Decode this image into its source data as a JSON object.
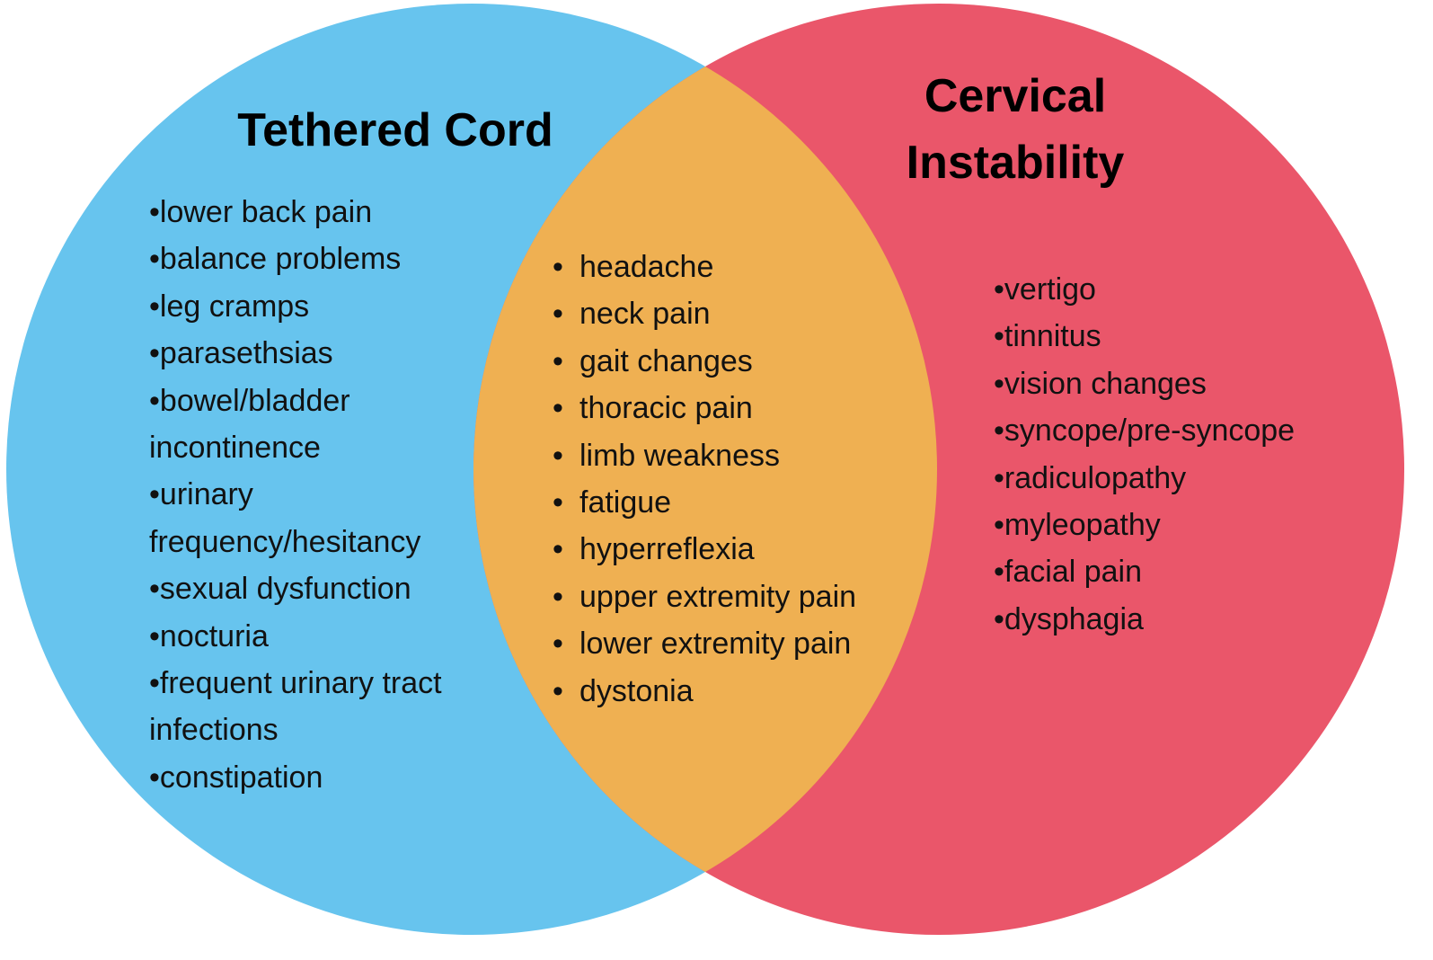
{
  "colors": {
    "left_circle": "#67C4EE",
    "right_circle": "#EA566A",
    "overlap": "#EFB052",
    "text": "#111111"
  },
  "left": {
    "title": "Tethered Cord",
    "items": [
      "•lower back pain",
      "•balance problems",
      "•leg cramps",
      "•parasethsias",
      "•bowel/bladder",
      "incontinence",
      "•urinary",
      "frequency/hesitancy",
      "•sexual dysfunction",
      "•nocturia",
      "•frequent urinary tract",
      "infections",
      "•constipation"
    ]
  },
  "center": {
    "bullet": "•",
    "items": [
      "headache",
      "neck pain",
      "gait changes",
      "thoracic pain",
      "limb weakness",
      "fatigue",
      "hyperreflexia",
      "upper extremity pain",
      "lower extremity pain",
      "dystonia"
    ]
  },
  "right": {
    "title_line1": "Cervical",
    "title_line2": "Instability",
    "items": [
      "•vertigo",
      "•tinnitus",
      "•vision changes",
      "•syncope/pre-syncope",
      "•radiculopathy",
      "•myleopathy",
      "•facial pain",
      "•dysphagia"
    ]
  }
}
